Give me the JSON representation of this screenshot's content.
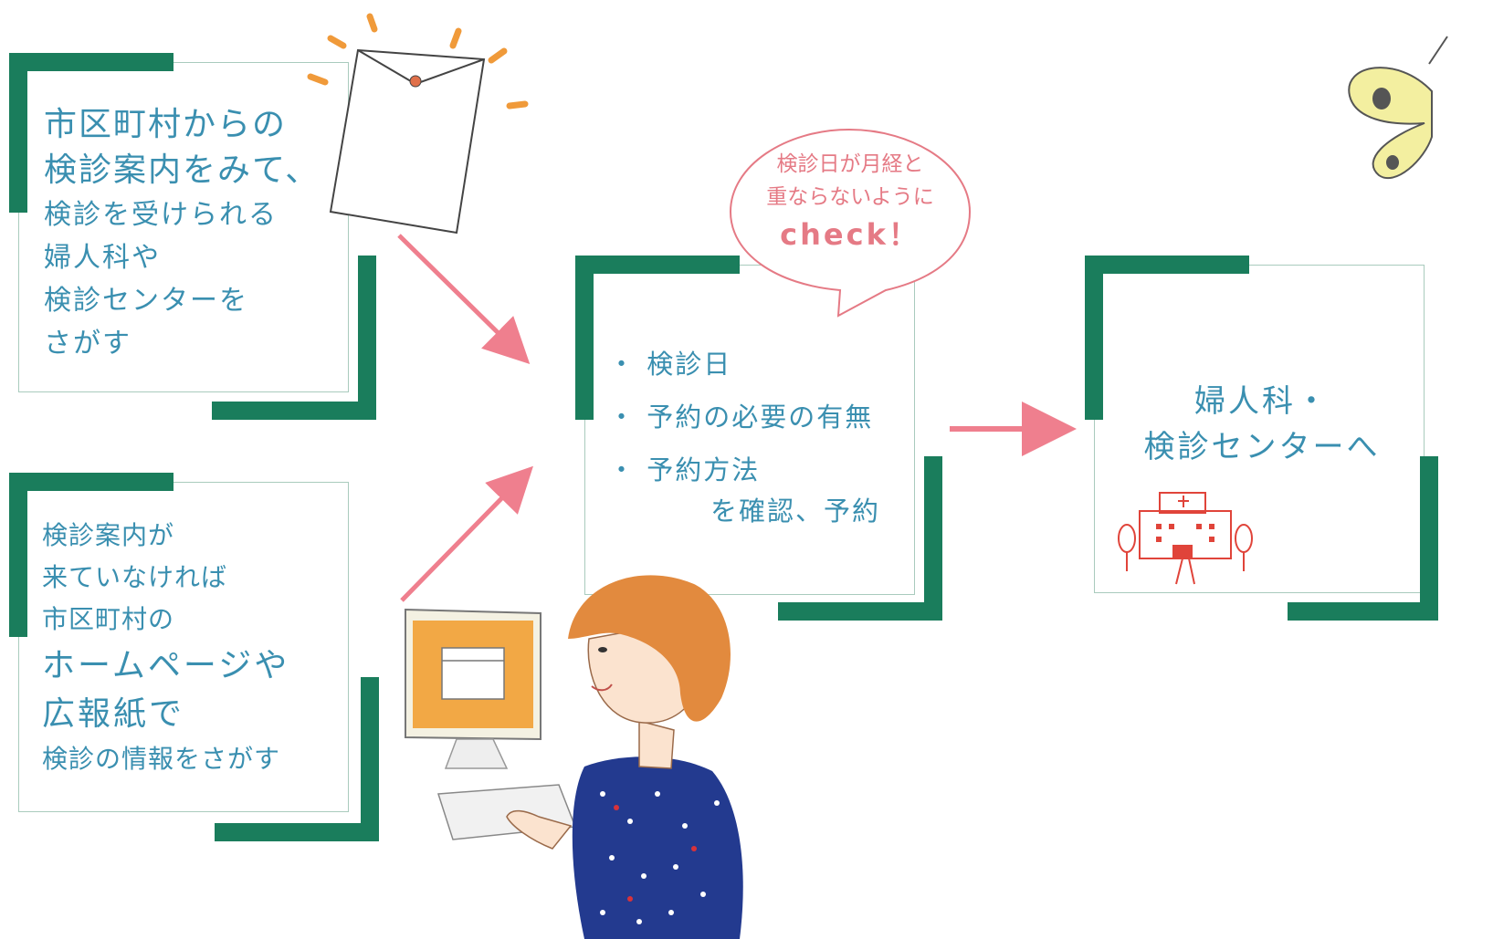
{
  "step1": {
    "lines": [
      "市区町村からの",
      "検診案内をみて、",
      "検診を受けられる",
      "婦人科や",
      "検診センターを",
      "さがす"
    ]
  },
  "step1b": {
    "lines": [
      "検診案内が",
      "来ていなければ",
      "市区町村の",
      "ホームページや",
      "広報紙で",
      "検診の情報をさがす"
    ]
  },
  "step2": {
    "items": [
      "・ 検診日",
      "・ 予約の必要の有無",
      "・ 予約方法"
    ],
    "footer": "を確認、予約"
  },
  "bubble": {
    "lines": [
      "検診日が月経と",
      "重ならないように",
      "check！"
    ]
  },
  "step3": {
    "lines": [
      "婦人科・",
      "検診センターへ"
    ]
  },
  "colors": {
    "bracket": "#1a7d5c",
    "box_border": "#a9cbbd",
    "text": "#3a8fb0",
    "arrow": "#ef7f8e",
    "bubble_text": "#e57a85",
    "hospital": "#e0443a"
  },
  "icons": [
    "envelope-icon",
    "butterfly-icon",
    "hospital-icon",
    "woman-at-computer-illustration"
  ]
}
